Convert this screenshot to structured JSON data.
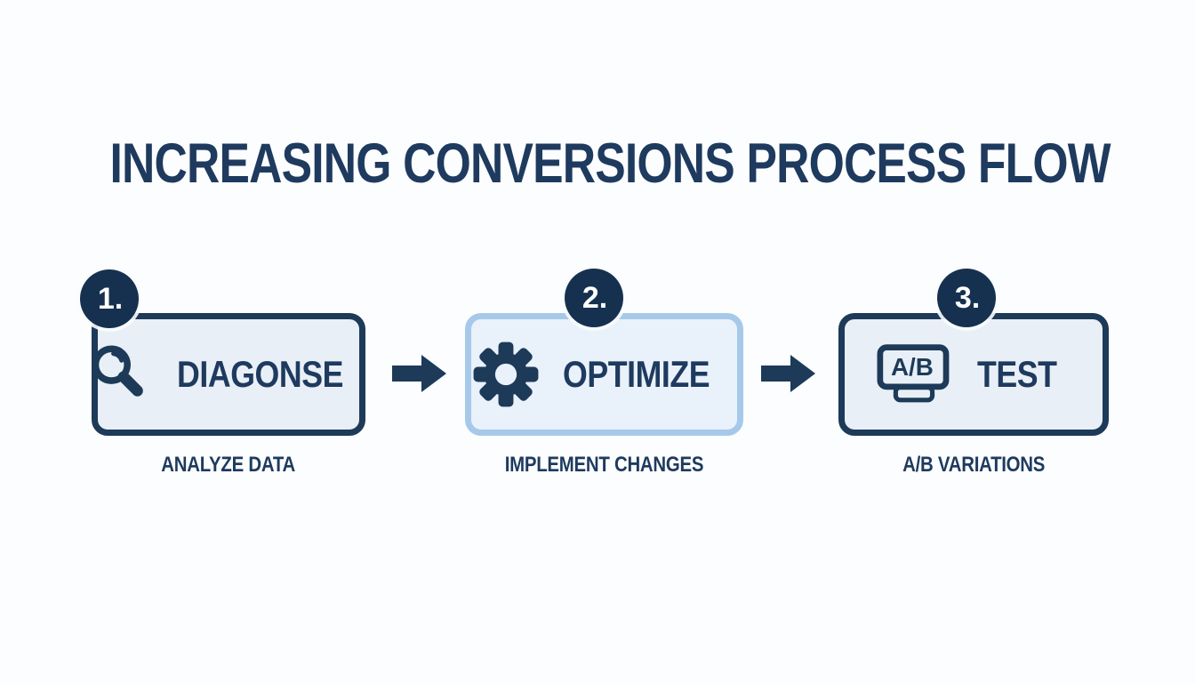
{
  "title": "INCREASING CONVERSIONS PROCESS FLOW",
  "steps": [
    {
      "number": "1.",
      "label": "DIAGONSE",
      "sublabel": "ANALYZE DATA",
      "icon": "magnifier-icon"
    },
    {
      "number": "2.",
      "label": "OPTIMIZE",
      "sublabel": "IMPLEMENT CHANGES",
      "icon": "gear-icon"
    },
    {
      "number": "3.",
      "label": "TEST",
      "sublabel": "A/B VARIATIONS",
      "icon": "ab-test-monitor-icon",
      "icon_text": "A/B"
    }
  ],
  "colors": {
    "navy": "#1d3a59",
    "title_text": "#1e3a5e",
    "badge_fill": "#16314f",
    "box_fill": "#e9eff6",
    "box2_fill": "#e9f1fa",
    "box2_border": "#a6c9ea",
    "background": "#fcfdfe"
  }
}
